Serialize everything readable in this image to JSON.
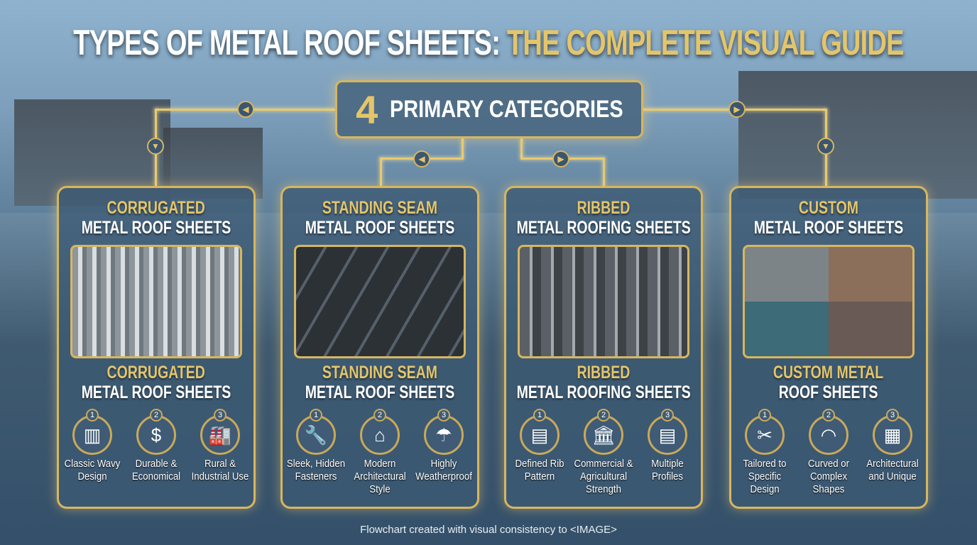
{
  "title": {
    "white": "TYPES OF METAL ROOF SHEETS:",
    "gold": "THE COMPLETE VISUAL GUIDE"
  },
  "center": {
    "number": "4",
    "label": "PRIMARY CATEGORIES"
  },
  "cards": [
    {
      "h_gold": "CORRUGATED",
      "h_white": "METAL ROOF SHEETS",
      "h2_gold": "CORRUGATED",
      "h2_white": "METAL ROOF SHEETS",
      "features": [
        {
          "n": "1",
          "icon": "corrugated-sheet-icon",
          "label": "Classic Wavy Design"
        },
        {
          "n": "2",
          "icon": "money-hand-icon",
          "label": "Durable & Economical"
        },
        {
          "n": "3",
          "icon": "industrial-icon",
          "label": "Rural & Industrial Use"
        }
      ]
    },
    {
      "h_gold": "STANDING SEAM",
      "h_white": "METAL ROOF SHEETS",
      "h2_gold": "STANDING SEAM",
      "h2_white": "METAL ROOF SHEETS",
      "features": [
        {
          "n": "1",
          "icon": "wrench-icon",
          "label": "Sleek, Hidden Fasteners"
        },
        {
          "n": "2",
          "icon": "house-icon",
          "label": "Modern Architectural Style"
        },
        {
          "n": "3",
          "icon": "rain-cloud-icon",
          "label": "Highly Weatherproof"
        }
      ]
    },
    {
      "h_gold": "RIBBED",
      "h_white": "METAL ROOFING SHEETS",
      "h2_gold": "RIBBED",
      "h2_white": "METAL ROOFING SHEETS",
      "features": [
        {
          "n": "1",
          "icon": "rib-pattern-icon",
          "label": "Defined Rib Pattern"
        },
        {
          "n": "2",
          "icon": "building-icon",
          "label": "Commercial & Agricultural Strength"
        },
        {
          "n": "3",
          "icon": "document-icon",
          "label": "Multiple Profiles"
        }
      ]
    },
    {
      "h_gold": "CUSTOM",
      "h_white": "METAL ROOF SHEETS",
      "h2_gold": "CUSTOM METAL",
      "h2_white": "ROOF SHEETS",
      "features": [
        {
          "n": "1",
          "icon": "tools-icon",
          "label": "Tailored to Specific Design"
        },
        {
          "n": "2",
          "icon": "curved-sheet-icon",
          "label": "Curved or Complex Shapes"
        },
        {
          "n": "3",
          "icon": "office-building-icon",
          "label": "Architectural and Unique"
        }
      ]
    }
  ],
  "footer": "Flowchart created with visual consistency to <IMAGE>",
  "colors": {
    "gold": "#e4c56a",
    "panel": "#3c5a73"
  }
}
